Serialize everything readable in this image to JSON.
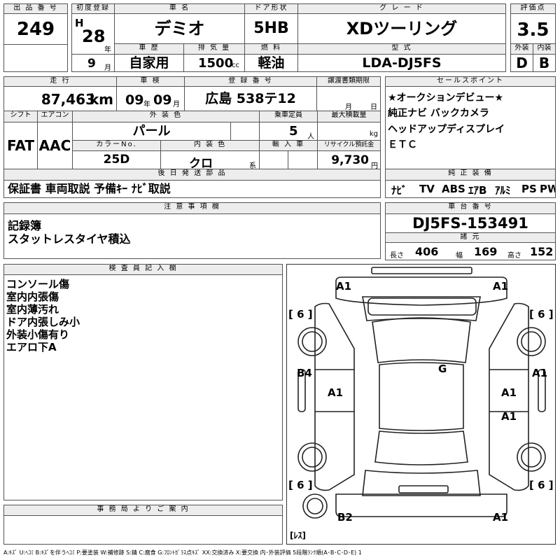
{
  "top": {
    "h_lot": "出 品 番 号",
    "lot": "249",
    "h_first_reg": "初度登録",
    "era": "H",
    "year": "28",
    "year_unit": "年",
    "month": "9",
    "month_unit": "月",
    "h_car_name": "車 名",
    "car_name": "デミオ",
    "h_door": "ドア形状",
    "door": "5HB",
    "h_grade": "グ レ ー ド",
    "grade": "XDツーリング",
    "h_score": "評価点",
    "score": "3.5",
    "h_history": "車 歴",
    "history": "自家用",
    "h_displacement": "排 気 量",
    "displacement": "1500",
    "displacement_unit": "cc",
    "h_fuel": "燃 料",
    "fuel": "軽油",
    "h_model": "型 式",
    "model": "LDA-DJ5FS",
    "h_exterior_grade": "外装",
    "exterior_grade": "D",
    "h_interior_grade": "内装",
    "interior_grade": "B"
  },
  "mid": {
    "h_mileage": "走 行",
    "mileage": "87,463",
    "mileage_unit": "km",
    "h_inspection": "車 検",
    "inspection_year": "09",
    "inspection_year_unit": "年",
    "inspection_month": "09",
    "inspection_month_unit": "月",
    "h_plate": "登 録 番 号",
    "plate": "広島 538テ12",
    "h_transfer_deadline": "譲渡書類期限",
    "transfer_month_unit": "月",
    "transfer_day_unit": "日",
    "h_shift": "シフト",
    "shift": "FAT",
    "h_aircon": "エアコン",
    "aircon": "AAC",
    "h_exterior_color": "外 装 色",
    "exterior_color": "パール",
    "h_capacity": "乗車定員",
    "capacity": "5",
    "capacity_unit": "人",
    "h_max_load": "最大積載量",
    "max_load_unit": "kg",
    "h_color_no": "カラーNo.",
    "color_no": "25D",
    "h_interior_color": "内 装 色",
    "interior_color": "クロ",
    "interior_color_unit": "系",
    "h_import": "輸 入 車",
    "h_recycle": "リサイクル預託金",
    "recycle": "9,730",
    "recycle_unit": "円",
    "h_later_parts": "後 日 発 送 部 品",
    "later_parts": "保証書 車両取説 予備ｷｰ ﾅﾋﾞ取説"
  },
  "sales": {
    "header": "セールスポイント",
    "lines": [
      "★オークションデビュー★",
      "純正ナビ バックカメラ",
      "ヘッドアップディスプレイ",
      "ＥＴＣ"
    ]
  },
  "equipment": {
    "header": "純 正 装 備",
    "items": [
      "ﾅﾋﾞ",
      "TV",
      "ABS",
      "ｴｱB",
      "ｱﾙﾐ",
      "PS",
      "PW"
    ]
  },
  "notes": {
    "header": "注 意 事 項 欄",
    "lines": [
      "記録簿",
      "スタットレスタイヤ積込"
    ]
  },
  "chassis": {
    "header": "車 台 番 号",
    "number": "DJ5FS-153491",
    "spec_header": "諸 元",
    "h_length": "長さ",
    "length": "406",
    "h_width": "幅",
    "width": "169",
    "h_height": "高さ",
    "height": "152"
  },
  "inspector": {
    "header": "検 査 員 記 入 欄",
    "lines": [
      "コンソール傷",
      "室内内張傷",
      "室内薄汚れ",
      "ドア内張しみ小",
      "外装小傷有り",
      "エアロ下A"
    ]
  },
  "office": {
    "header": "事 務 局 よ り ご 案 内"
  },
  "diagram": {
    "labels": {
      "front_left": "A1",
      "front_right": "A1",
      "tire_fl": "[ 6 ]",
      "tire_fr": "[ 6 ]",
      "windshield": "G",
      "left_fender": "B4",
      "right_fender": "A1",
      "left_front_door": "A1",
      "right_front_door": "A1",
      "right_rear_door": "A1",
      "tire_rl": "[ 6 ]",
      "tire_rr": "[ 6 ]",
      "rear_left": "B2",
      "rear_right": "A1",
      "spare": "[ﾚｽ]"
    }
  },
  "legend": "A:ｷｽﾞ U:ﾍｺﾐ B:ｷｽﾞを伴うﾍｺﾐ P:要塗装 W:補修跡 S:錆 C:腐食 G:ﾌﾛﾝﾄｶﾞﾗｽ点ｷｽﾞ XX:交換済み X:要交換 内･外装評価 5段階ﾗﾝｸ順(A･B･C･D･E) 1"
}
